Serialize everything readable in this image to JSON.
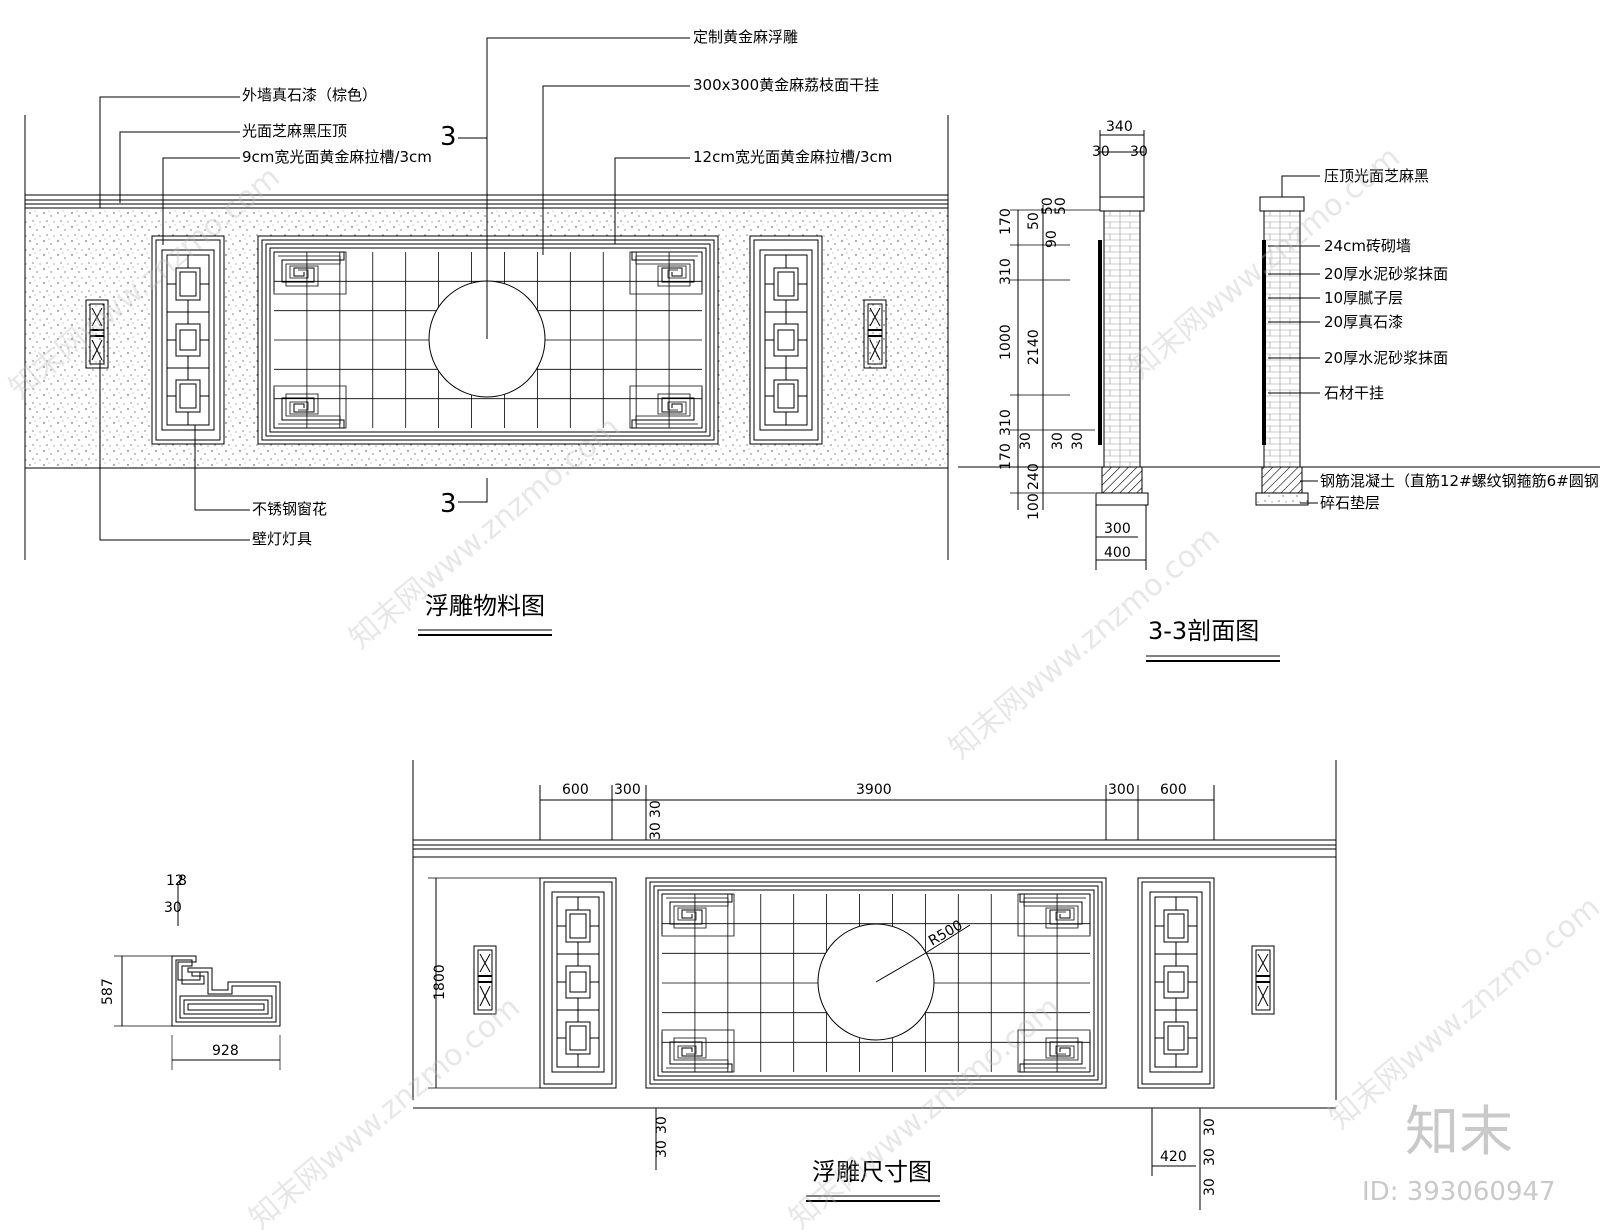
{
  "elevation": {
    "labels": {
      "relief": "定制黄金麻浮雕",
      "stone_cladding": "300x300黄金麻荔枝面干挂",
      "wall_paint": "外墙真石漆（棕色）",
      "coping": "光面芝麻黑压顶",
      "groove_9": "9cm宽光面黄金麻拉槽/3cm",
      "groove_12": "12cm宽光面黄金麻拉槽/3cm",
      "window": "不锈钢窗花",
      "lamp": "壁灯灯具"
    },
    "section_mark": "3",
    "title": "浮雕物料图"
  },
  "section": {
    "labels": {
      "coping": "压顶光面芝麻黑",
      "brick": "24cm砖砌墙",
      "mortar1": "20厚水泥砂浆抹面",
      "putty": "10厚腻子层",
      "real_stone": "20厚真石漆",
      "mortar2": "20厚水泥砂浆抹面",
      "stone_hang": "石材干挂",
      "concrete": "钢筋混凝土（直筋12#螺纹钢箍筋6#圆钢",
      "gravel": "碎石垫层"
    },
    "dims": {
      "top_width": "340",
      "top_30a": "30",
      "top_30b": "30",
      "h170a": "170",
      "h50": "50",
      "h50b": "50",
      "h50c": "50",
      "h310a": "310",
      "h90": "90",
      "h1000": "1000",
      "h2140": "2140",
      "h310b": "310",
      "h30a": "30",
      "h30b": "30",
      "h30c": "30",
      "h170b": "170",
      "h240": "240",
      "h100": "100",
      "w300": "300",
      "w400": "400"
    },
    "title": "3-3剖面图"
  },
  "dimension_plan": {
    "dims": {
      "w600a": "600",
      "w300a": "300",
      "w3900": "3900",
      "w300b": "300",
      "w600b": "600",
      "t30": "30",
      "t10": "30",
      "h1800": "1800",
      "radius": "R500",
      "b30a": "30",
      "b30b": "30",
      "w420": "420",
      "r30a": "30",
      "r30b": "30",
      "r30c": "30"
    },
    "title": "浮雕尺寸图"
  },
  "detail": {
    "dims": {
      "t12": "12",
      "t8": "8",
      "t30": "30",
      "h587": "587",
      "w928": "928"
    }
  },
  "watermark": {
    "text": "知末网www.znzmo.com",
    "brand": "知末",
    "id": "ID: 393060947"
  }
}
